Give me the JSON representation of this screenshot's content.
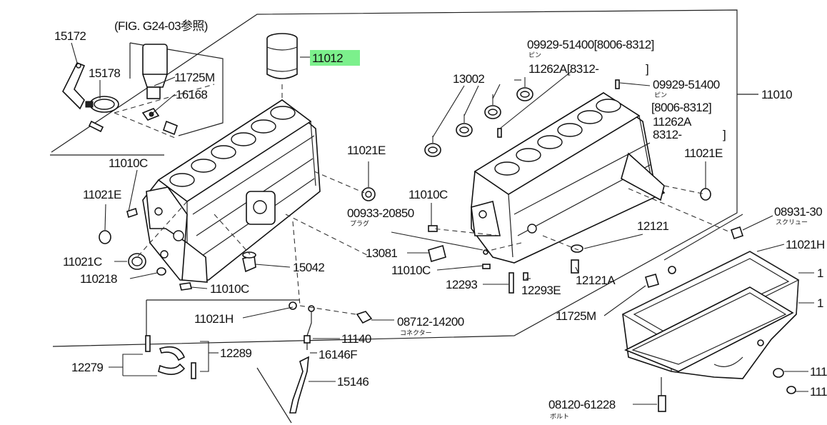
{
  "colors": {
    "highlight": "#7cf08c",
    "ink": "#111111",
    "background": "#ffffff"
  },
  "callouts": {
    "fig_ref": "(FIG. G24-03参照)",
    "p11012": "11012",
    "p15172": "15172",
    "p15178": "15178",
    "p11725m_top": "11725M",
    "p16168": "16168",
    "p11010c_left": "11010C",
    "p11021e_left": "11021E",
    "p11021c": "11021C",
    "p110218": "110218",
    "p11010c_bottom": "11010C",
    "p15042": "15042",
    "p11021e_mid": "11021E",
    "p00933": "00933-20850",
    "p00933_sub": "プラグ",
    "p11010c_mid": "11010C",
    "p13081": "13081",
    "p11010c_low": "11010C",
    "p12293": "12293",
    "p12293e": "12293E",
    "p12121a": "12121A",
    "p12121": "12121",
    "p13002": "13002",
    "p09929_top": "09929-51400[8006-8312]",
    "p09929_top_sub": "ピン",
    "p11262a_top": "11262A[8312-",
    "p11262a_top_end": "]",
    "p09929_right": "09929-51400",
    "p09929_right_sub": "ピン",
    "p8006_8312": "[8006-8312]",
    "p11262a_right": "11262A",
    "p8312_right": "8312-",
    "p8312_right_end": "]",
    "p11010": "11010",
    "p11021e_right": "11021E",
    "p08931": "08931-30",
    "p08931_sub": "スクリュー",
    "p11021h_right": "11021H",
    "p11_pan1": "1",
    "p11_pan2": "1",
    "p11725m_bottom": "11725M",
    "p11021h_left": "11021H",
    "p08712": "08712-14200",
    "p08712_sub": "コネクター",
    "p11140": "11140",
    "p16146f": "16146F",
    "p15146": "15146",
    "p12279": "12279",
    "p12289": "12289",
    "p08120": "08120-61228",
    "p08120_sub": "ボルト",
    "p111_a": "111",
    "p111_b": "111"
  }
}
